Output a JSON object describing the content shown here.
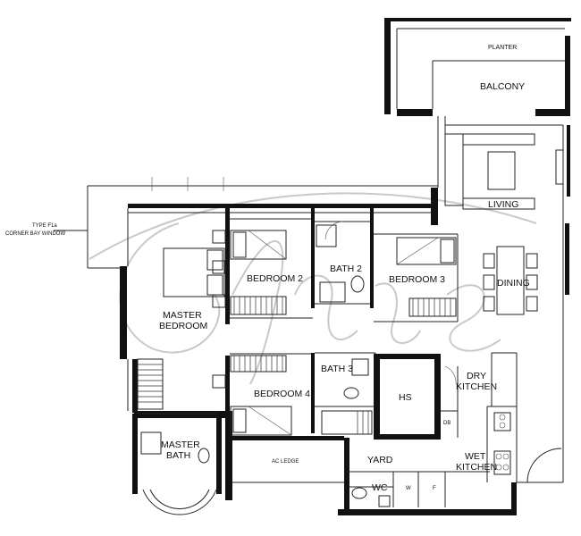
{
  "plan": {
    "type_label": "TYPE F1a",
    "bay_window_label": "CORNER BAY WINDOW"
  },
  "rooms": {
    "planter": "PLANTER",
    "balcony": "BALCONY",
    "living": "LIVING",
    "dining": "DINING",
    "bedroom2": "BEDROOM 2",
    "bath2": "BATH 2",
    "bedroom3": "BEDROOM 3",
    "master_bedroom_line1": "MASTER",
    "master_bedroom_line2": "BEDROOM",
    "bath3": "BATH 3",
    "hs": "HS",
    "dry_kitchen_line1": "DRY",
    "dry_kitchen_line2": "KITCHEN",
    "bedroom4": "BEDROOM 4",
    "db": "DB",
    "master_bath_line1": "MASTER",
    "master_bath_line2": "BATH",
    "ac_ledge": "AC LEDGE",
    "yard": "YARD",
    "wet_kitchen_line1": "WET",
    "wet_kitchen_line2": "KITCHEN",
    "wc": "WC",
    "w": "W",
    "f": "F"
  }
}
